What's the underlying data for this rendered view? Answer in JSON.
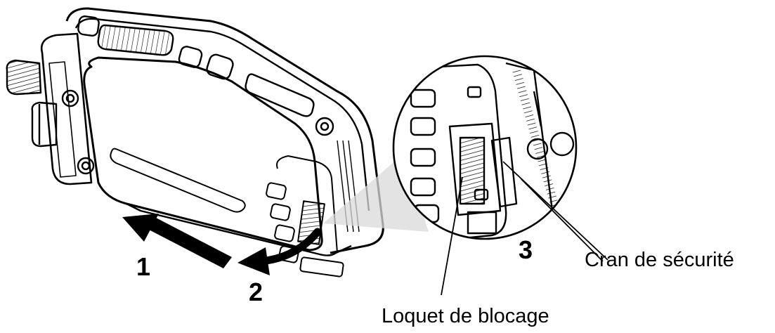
{
  "steps": {
    "step1": "1",
    "step2": "2",
    "step3": "3"
  },
  "callouts": {
    "safety_notch": "Cran de sécurité",
    "locking_latch": "Loquet de blocage"
  },
  "colors": {
    "ink": "#000000",
    "paper": "#ffffff",
    "shade": "#d9d9d9"
  },
  "icons": {
    "arrow_1": "arrow-left-icon",
    "arrow_2": "curved-arrow-icon"
  }
}
